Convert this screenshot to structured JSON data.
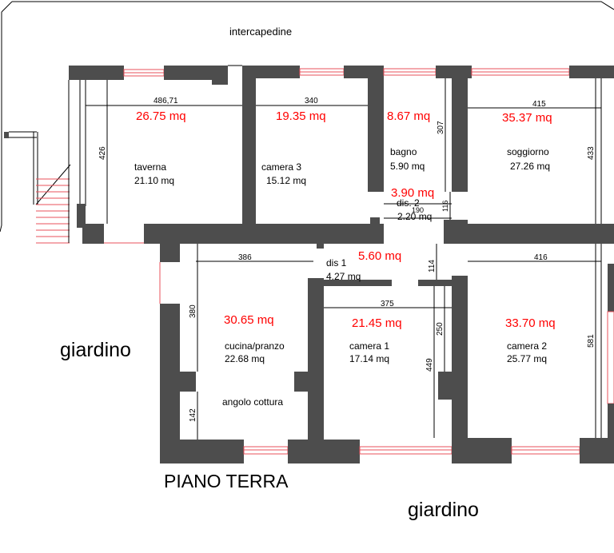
{
  "plan_title": "PIANO TERRA",
  "labels": {
    "intercapedine": "intercapedine",
    "giardino_west": "giardino",
    "giardino_south": "giardino"
  },
  "rooms": {
    "taverna": {
      "name": "taverna",
      "area": "21.10 mq",
      "area_red": "26.75 mq"
    },
    "camera_3": {
      "name": "camera 3",
      "area": "15.12 mq",
      "area_red": "19.35 mq"
    },
    "bagno": {
      "name": "bagno",
      "area": "5.90 mq",
      "area_red": "8.67 mq"
    },
    "soggiorno": {
      "name": "soggiorno",
      "area": "27.26 mq",
      "area_red": "35.37 mq"
    },
    "dis_2": {
      "name": "dis. 2",
      "area": "2.20 mq",
      "area_red": "3.90 mq"
    },
    "dis_1": {
      "name": "dis 1",
      "area": "4.27 mq",
      "area_red": "5.60 mq"
    },
    "cucina_pranzo": {
      "name": "cucina/pranzo",
      "area": "22.68 mq",
      "area_red": "30.65 mq",
      "zone": "angolo cottura"
    },
    "camera_1": {
      "name": "camera 1",
      "area": "17.14 mq",
      "area_red": "21.45 mq"
    },
    "camera_2": {
      "name": "camera 2",
      "area": "25.77 mq",
      "area_red": "33.70 mq"
    }
  },
  "dimensions": {
    "taverna_width": "486,71",
    "taverna_depth": "426",
    "camera_3_width": "340",
    "bagno_depth": "307",
    "soggiorno_width": "415",
    "soggiorno_depth": "433",
    "dis_2_width": "190",
    "dis_2_depth": "116",
    "cucina_width": "386",
    "cucina_depth": "380",
    "angolo_cottura_depth": "142",
    "dis_1_depth": "114",
    "camera_1_width": "375",
    "camera_1_depth_a": "250",
    "camera_1_depth_b": "449",
    "camera_2_width": "416",
    "camera_2_depth": "581"
  },
  "colors": {
    "wall": "#4d4d4d",
    "area_text": "#ff0000",
    "window": "#e8505b",
    "line": "#000000"
  }
}
